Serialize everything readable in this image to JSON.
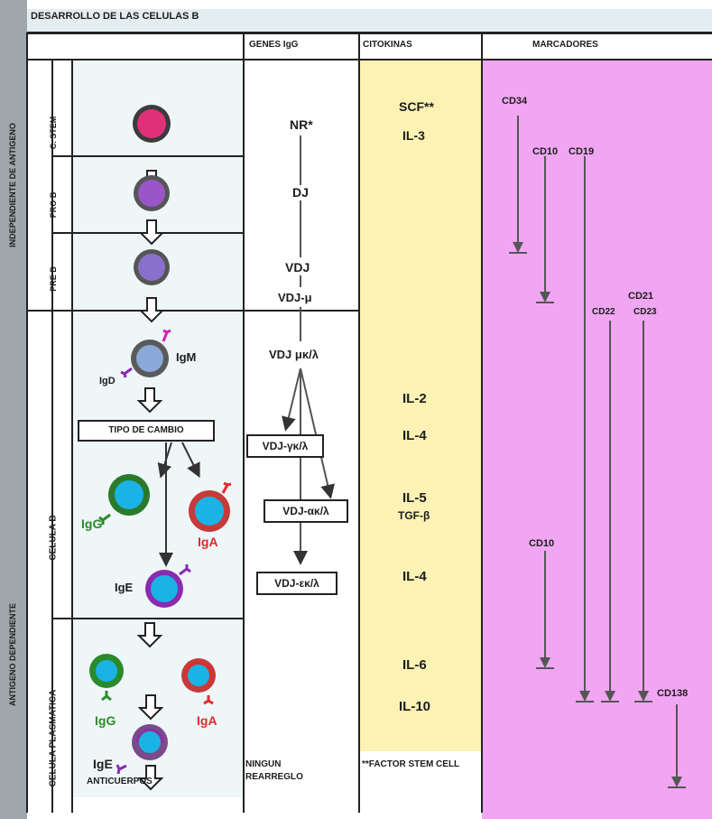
{
  "title": "DESARROLLO DE LAS CELULAS B",
  "headers": {
    "genes": "GENES IgG",
    "cytokines": "CITOKINAS",
    "markers": "MARCADORES"
  },
  "left_labels": {
    "group_top": "INDEPENDIENTE DE ANTIGENO",
    "group_bottom": "ANTIGENO DEPENDIENTE",
    "stem": "C. STEM",
    "pro_b": "PRO B",
    "pre_b": "PRE B",
    "celula_b": "CELULA B",
    "plasmatica": "CELULA PLASMATICA"
  },
  "cells": {
    "igm": "IgM",
    "igd": "IgD",
    "switch": "TIPO DE CAMBIO",
    "igg": "IgG",
    "iga": "IgA",
    "ige": "IgE",
    "p_igg": "IgG",
    "p_iga": "IgA",
    "p_ige": "IgE",
    "antibodies": "ANTICUERPOS"
  },
  "genes": {
    "nr": "NR*",
    "dj": "DJ",
    "vdj": "VDJ",
    "vdj_mu": "VDJ-μ",
    "vdj_mu_kl": "VDJ μκ/λ",
    "vdj_g": "VDJ-γκ/λ",
    "vdj_a": "VDJ-ακ/λ",
    "vdj_e": "VDJ-εκ/λ",
    "footnote": "NINGUN REARREGLO"
  },
  "cytokines": {
    "scf": "SCF**",
    "il3": "IL-3",
    "il2": "IL-2",
    "il4a": "IL-4",
    "il5": "IL-5",
    "tgf": "TGF-β",
    "il4b": "IL-4",
    "il6": "IL-6",
    "il10": "IL-10",
    "footnote": "**FACTOR STEM CELL"
  },
  "markers": {
    "cd34": "CD34",
    "cd10": "CD10",
    "cd19": "CD19",
    "cd21": "CD21",
    "cd22": "CD22",
    "cd23": "CD23",
    "cd10b": "CD10",
    "cd138": "CD138"
  },
  "colors": {
    "markers_bg": "#f0a6f2",
    "cytokines_bg": "#fbf2b4",
    "cells_bg": "#eef6f7",
    "stem_core": "#e0307a",
    "pro_core": "#9a55c8",
    "pre_core": "#8a70cc",
    "b_core": "#8aa8d8",
    "cyan_core": "#19b3e6",
    "green": "#2b8a2b",
    "red": "#e02a2a",
    "purple": "#8a2ab0",
    "magenta": "#d21fae"
  }
}
